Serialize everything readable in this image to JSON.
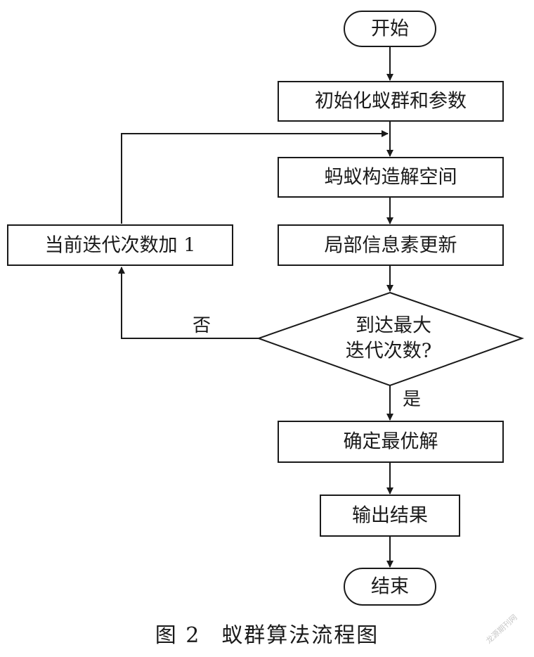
{
  "diagram": {
    "nodes": {
      "start": "开始",
      "init": "初始化蚁群和参数",
      "construct": "蚂蚁构造解空间",
      "local_update": "局部信息素更新",
      "decision_line1": "到达最大",
      "decision_line2": "迭代次数?",
      "increment": "当前迭代次数加 1",
      "best": "确定最优解",
      "output": "输出结果",
      "end": "结束"
    },
    "edge_labels": {
      "no": "否",
      "yes": "是"
    }
  },
  "caption": {
    "figure_number": "图 2",
    "title": "蚁群算法流程图"
  },
  "watermark": "龙源期刊网"
}
